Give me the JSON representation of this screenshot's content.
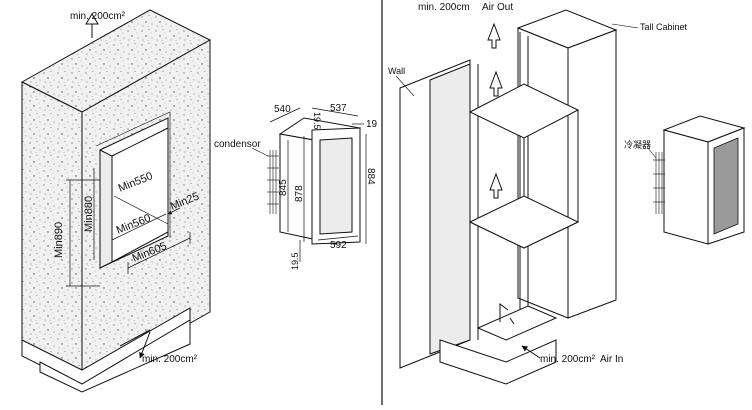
{
  "left_panel": {
    "top_vent": "min. 200cm²",
    "bottom_vent": "min. 200cm²",
    "dims": {
      "min890": "Min890",
      "min880": "Min880",
      "min550": "Min550",
      "min560": "Min560",
      "min25": "Min25",
      "min605": "Min605"
    }
  },
  "middle_panel": {
    "condensor_label": "condensor",
    "dims": {
      "d540": "540",
      "d537": "537",
      "d19_5_top": "19.5",
      "d19": "19",
      "d845": "845",
      "d878": "878",
      "d884": "884",
      "d592": "592",
      "d19_5_bottom": "19.5"
    }
  },
  "right_panel": {
    "top_vent_label": "min. 200cm",
    "air_out": "Air   Out",
    "tall_cabinet": "Tall  Cabinet",
    "wall": "Wall",
    "condenser_cn": "冷凝器",
    "bottom_vent_label": "min. 200cm²",
    "air_in": "Air  In"
  }
}
